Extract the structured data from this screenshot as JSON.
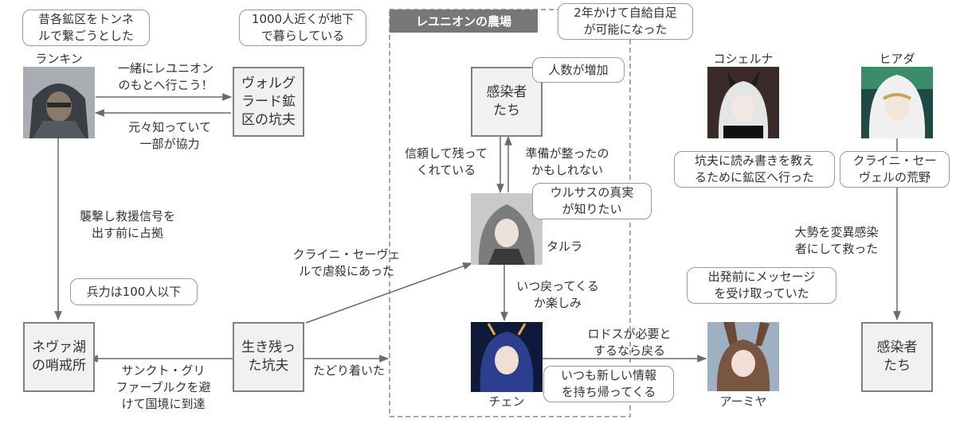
{
  "farm": {
    "title": "レユニオンの農場"
  },
  "nodes": {
    "rankin": "ランキン",
    "volgrad": "ヴォルグ\nラード鉱\n区の坑夫",
    "infected_farm": "感染者\nたち",
    "nevalake": "ネヴァ湖\nの哨戒所",
    "survivors": "生き残っ\nた坑夫",
    "talulah": "タルラ",
    "chen": "チェン",
    "amiya": "アーミヤ",
    "coshell": "コシェルナ",
    "hiada": "ヒアダ",
    "infected_right": "感染者\nたち"
  },
  "bubbles": {
    "rankin_tunnel": "昔各鉱区をトンネ\nルで繋ごうとした",
    "thousand": "1000人近くが地下\nで暮らしている",
    "self_sufficient": "2年かけて自給自足\nが可能になった",
    "increase": "人数が増加",
    "ursus_truth": "ウルサスの真実\nが知りたい",
    "troops": "兵力は100人以下",
    "new_info": "いつも新しい情報\nを持ち帰ってくる",
    "message": "出発前にメッセージ\nを受け取っていた",
    "teach": "坑夫に読み書きを教え\nるために鉱区へ行った",
    "wasteland": "クライニ・セー\nヴェルの荒野"
  },
  "edges": {
    "join_reunion": "一緒にレユニオン\nのもとへ行こう！",
    "cooperate": "元々知っていて\n一部が協力",
    "occupy": "襲撃し救援信号を\n出す前に占拠",
    "massacre": "クライニ・セーヴェ\nルで虐殺にあった",
    "trusted": "信頼して残って\nくれている",
    "ready": "準備が整ったの\nかもしれない",
    "when_back": "いつ戻ってくる\nか楽しみ",
    "rhodes": "ロドスが必要と\nするなら戻る",
    "avoid": "サンクト・グリ\nファーブルクを避\nけて国境に到達",
    "arrived": "たどり着いた",
    "save": "大勢を変異感染\n者にして救った"
  }
}
